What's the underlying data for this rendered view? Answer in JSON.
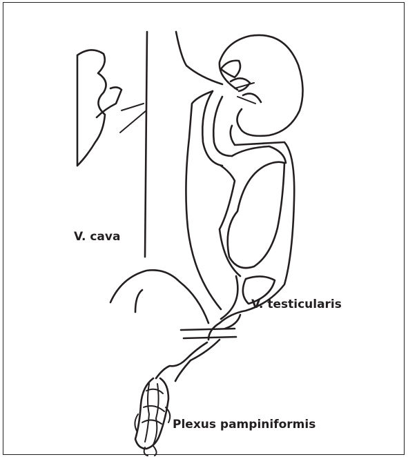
{
  "labels": {
    "cava": "V. cava",
    "testicularis": "V. testicularis",
    "plexus": "Plexus pampiniformis"
  }
}
